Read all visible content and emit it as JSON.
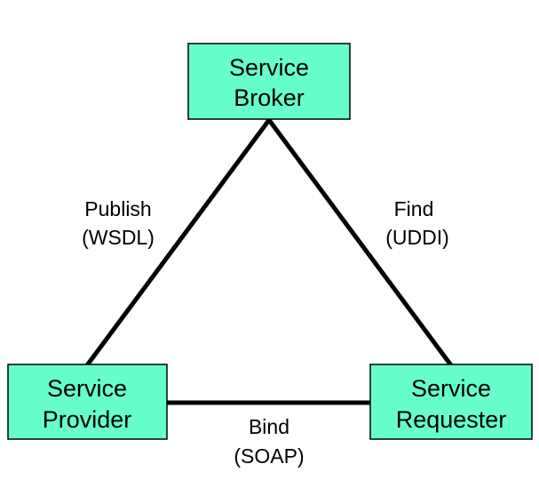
{
  "colors": {
    "node_fill": "#66ffcc",
    "node_border": "#000000",
    "edge": "#000000",
    "text": "#000000"
  },
  "nodes": {
    "broker": {
      "line1": "Service",
      "line2": "Broker"
    },
    "provider": {
      "line1": "Service",
      "line2": "Provider"
    },
    "requester": {
      "line1": "Service",
      "line2": "Requester"
    }
  },
  "edges": {
    "publish": {
      "line1": "Publish",
      "line2": "(WSDL)"
    },
    "find": {
      "line1": "Find",
      "line2": "(UDDI)"
    },
    "bind": {
      "line1": "Bind",
      "line2": "(SOAP)"
    }
  }
}
